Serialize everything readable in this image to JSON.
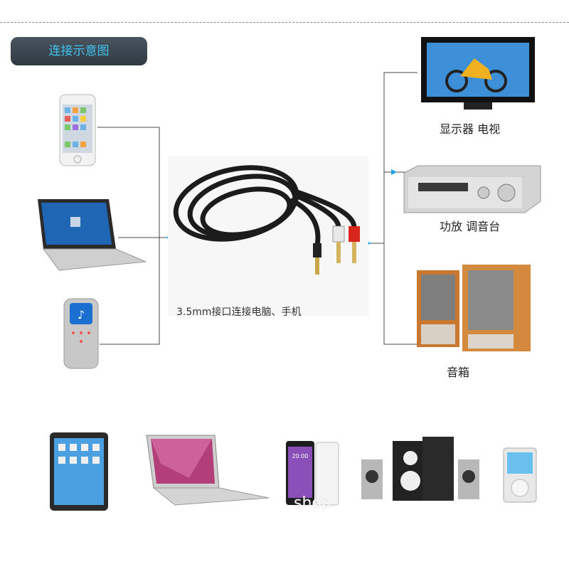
{
  "header": {
    "title_tab": "连接示意图"
  },
  "labels": {
    "tv": "显示器 电视",
    "amp": "功放 调音台",
    "speaker": "音箱",
    "cable_note": "3.5mm接口连接电脑、手机"
  },
  "watermark": "shop",
  "colors": {
    "accent": "#1aa3e8",
    "tab_text": "#3fc4f0",
    "tab_bg": "#3a444e"
  },
  "icons": [
    "smartphone-icon",
    "laptop-icon",
    "mp3-player-icon",
    "tv-icon",
    "amplifier-icon",
    "speaker-icon",
    "tablet-icon",
    "phone-icon",
    "desktop-speakers-icon",
    "media-player-icon",
    "audio-cable-icon"
  ]
}
